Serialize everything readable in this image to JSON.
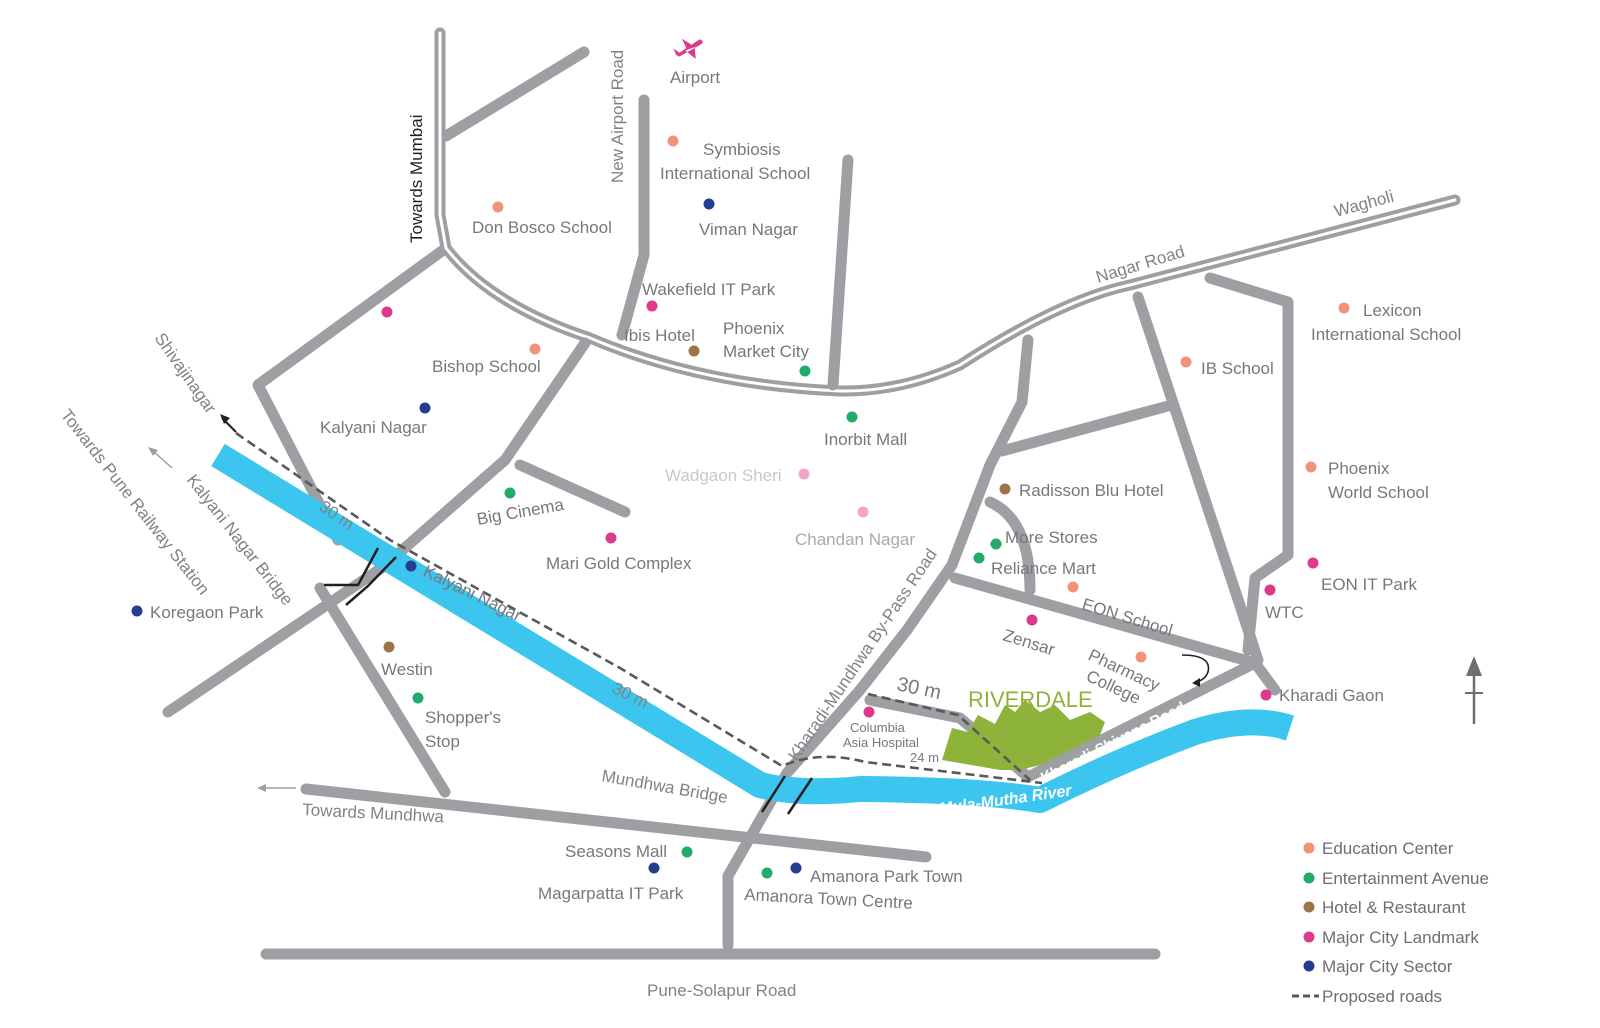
{
  "map": {
    "project_name": "RIVERDALE",
    "north_arrow": "north-arrow-icon",
    "airport": {
      "label": "Airport",
      "icon": "airplane-icon",
      "color": "#e0388a"
    },
    "roads": {
      "towards_mumbai": "Towards Mumbai",
      "new_airport_road": "New Airport Road",
      "wagholi": "Wagholi",
      "nagar_road": "Nagar Road",
      "shivajinagar": "Shivajinagar",
      "towards_pune_railway_station": "Towards Pune Railway Station",
      "kalyani_nagar_bridge": "Kalyani Nagar Bridge",
      "kharadi_mundhwa_bypass": "Kharadi-Mundhwa By-Pass Road",
      "kharadi_shivane_road": "Kharadi-Shivane Road",
      "mundhwa_bridge": "Mundhwa Bridge",
      "towards_mundhwa": "Towards Mundhwa",
      "pune_solapur_road": "Pune-Solapur Road",
      "width_30m_a": "30 m",
      "width_30m_b": "30 m",
      "width_30m_c": "30 m",
      "width_24m": "24 m"
    },
    "rivers": {
      "mula_mutha_west": "Mula-Mutha River",
      "mula_mutha_east": "Mula-Mutha River"
    },
    "places": {
      "don_bosco": "Don Bosco School",
      "symbiosis_1": "Symbiosis",
      "symbiosis_2": "International School",
      "viman_nagar": "Viman Nagar",
      "wakefield": "Wakefield IT Park",
      "ibis": "Ibis Hotel",
      "phoenix_mc_1": "Phoenix",
      "phoenix_mc_2": "Market City",
      "bishop": "Bishop School",
      "kalyani_nagar_north": "Kalyani Nagar",
      "inorbit": "Inorbit Mall",
      "wadgaon": "Wadgaon Sheri",
      "big_cinema": "Big Cinema",
      "mari_gold": "Mari Gold Complex",
      "chandan": "Chandan Nagar",
      "radisson": "Radisson Blu Hotel",
      "more_stores": "More Stores",
      "reliance": "Reliance Mart",
      "eon_school": "EON School",
      "zensar": "Zensar",
      "pharmacy_1": "Pharmacy",
      "pharmacy_2": "College",
      "lexicon_1": "Lexicon",
      "lexicon_2": "International School",
      "ib_school": "IB School",
      "phoenix_ws_1": "Phoenix",
      "phoenix_ws_2": "World School",
      "eon_it": "EON IT Park",
      "wtc": "WTC",
      "kharadi_gaon": "Kharadi Gaon",
      "koregaon": "Koregaon Park",
      "kalyani_nagar_river": "Kalyani Nagar",
      "westin": "Westin",
      "shoppers_1": "Shopper's",
      "shoppers_2": "Stop",
      "columbia_1": "Columbia",
      "columbia_2": "Asia Hospital",
      "seasons": "Seasons Mall",
      "magarpatta": "Magarpatta IT Park",
      "amanora_park": "Amanora Park Town",
      "amanora_centre": "Amanora Town Centre"
    },
    "colors": {
      "education": "#f0937a",
      "entertainment": "#21aa6b",
      "hotel": "#9b7549",
      "landmark": "#e0388a",
      "sector": "#253d8f",
      "road": "#9d9fa2",
      "river": "#3cc6ef",
      "riverdale": "#8db33a"
    }
  },
  "legend": {
    "items": [
      {
        "label": "Education Center",
        "color": "#f0937a"
      },
      {
        "label": "Entertainment Avenue",
        "color": "#21aa6b"
      },
      {
        "label": "Hotel & Restaurant",
        "color": "#9b7549"
      },
      {
        "label": "Major City Landmark",
        "color": "#e0388a"
      },
      {
        "label": "Major City Sector",
        "color": "#253d8f"
      }
    ],
    "proposed_label": "Proposed roads"
  }
}
